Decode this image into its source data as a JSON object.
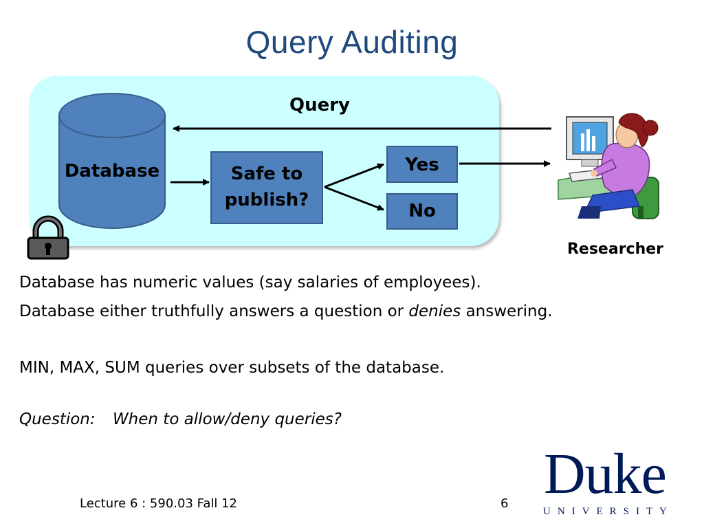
{
  "slide": {
    "title": "Query Auditing"
  },
  "diagram": {
    "query_label": "Query",
    "database_label": "Database",
    "decision_label": "Safe to publish?",
    "yes_label": "Yes",
    "no_label": "No",
    "researcher_label": "Researcher",
    "icons": [
      "database-cylinder-icon",
      "padlock-icon",
      "researcher-at-computer-icon"
    ],
    "colors": {
      "panel": "#CCFFFF",
      "box_fill": "#4F81BD",
      "box_border": "#385D8A",
      "title": "#1F497D"
    }
  },
  "body": {
    "line1": "Database has numeric values (say salaries of employees).",
    "line2_before": "Database either truthfully answers a question or ",
    "line2_italic": "denies",
    "line2_after": " answering.",
    "line3": "MIN, MAX, SUM queries over subsets of the database.",
    "question_label": "Question:",
    "question_text": "When to allow/deny queries?"
  },
  "footer": {
    "lecture": "Lecture 6 : 590.03 Fall 12",
    "page_number": "6",
    "logo_word": "Duke",
    "logo_subword": "UNIVERSITY",
    "logo_color": "#001A57"
  }
}
